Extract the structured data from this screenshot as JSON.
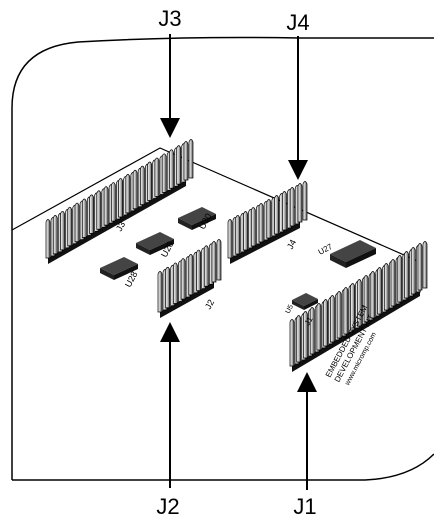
{
  "connectors": {
    "j1": {
      "callout": "J1",
      "silkscreen": "J1"
    },
    "j2": {
      "callout": "J2",
      "silkscreen": "J2"
    },
    "j3": {
      "callout": "J3",
      "silkscreen": "J3"
    },
    "j4": {
      "callout": "J4",
      "silkscreen": "J4"
    }
  },
  "chips": {
    "u26": "U26",
    "u28": "U28",
    "u30": "U30",
    "u27": "U27",
    "u5": "U5"
  },
  "board": {
    "line1": "EMBEDDED SYSTEM",
    "line2": "DEVELOPMENT KIT",
    "url": "www.micromp.com"
  },
  "colors": {
    "ink": "#000000",
    "paper": "#ffffff",
    "pin": "#9a9a9a",
    "pinLight": "#e8e8e8",
    "chipFill": "#444444"
  }
}
